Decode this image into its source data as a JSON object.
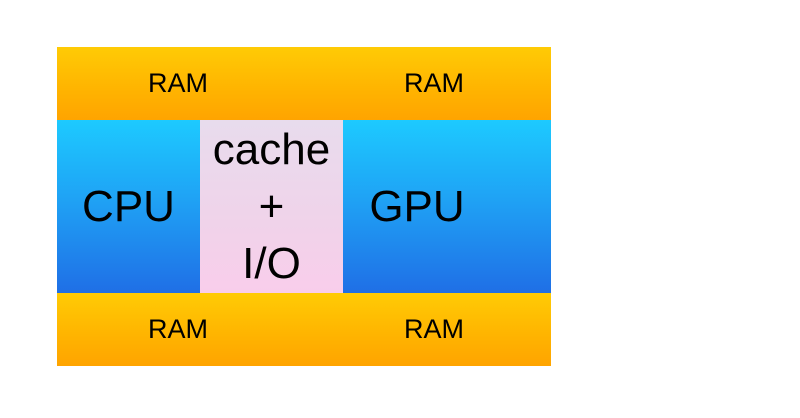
{
  "diagram": {
    "top_ram": {
      "left_label": "RAM",
      "right_label": "RAM"
    },
    "middle": {
      "cpu_label": "CPU",
      "cache_lines": [
        "cache",
        "+",
        "I/O"
      ],
      "gpu_label": "GPU"
    },
    "bottom_ram": {
      "left_label": "RAM",
      "right_label": "RAM"
    },
    "colors": {
      "ram": "#ffb300",
      "chip_top": "#1dcaff",
      "chip_bottom": "#1f6fe6",
      "cache": "#f0d3ea"
    }
  }
}
